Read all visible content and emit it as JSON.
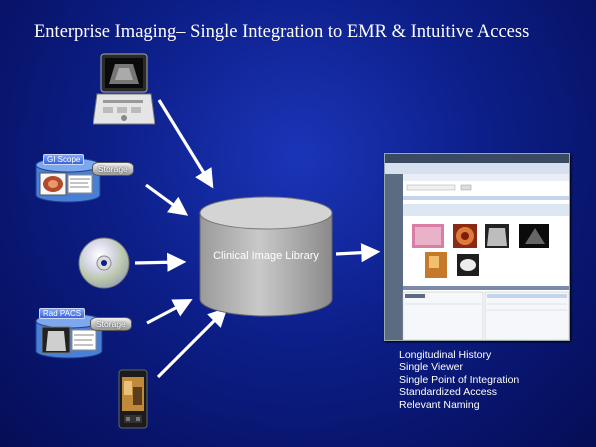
{
  "slide": {
    "title": "Enterprise Imaging– Single Integration to EMR & Intuitive Access"
  },
  "sources": {
    "gi_scope": {
      "tag": "GI Scope",
      "storage": "Storage"
    },
    "rad_pacs": {
      "tag": "Rad PACS",
      "storage": "Storage"
    }
  },
  "library": {
    "label": "Clinical Image Library"
  },
  "benefits": [
    "Longitudinal History",
    "Single Viewer",
    "Single Point of Integration",
    "Standardized Access",
    "Relevant Naming"
  ],
  "colors": {
    "background": "#0c1e88",
    "arrow": "#ffffff",
    "cylinder_body": "#b9b9b9",
    "source_cylinder": "#4a7fd6"
  },
  "icons": {
    "ultrasound": "ultrasound-machine-icon",
    "cd": "cd-disc-icon",
    "phone": "smartphone-icon",
    "viewer": "emr-viewer-screenshot"
  }
}
